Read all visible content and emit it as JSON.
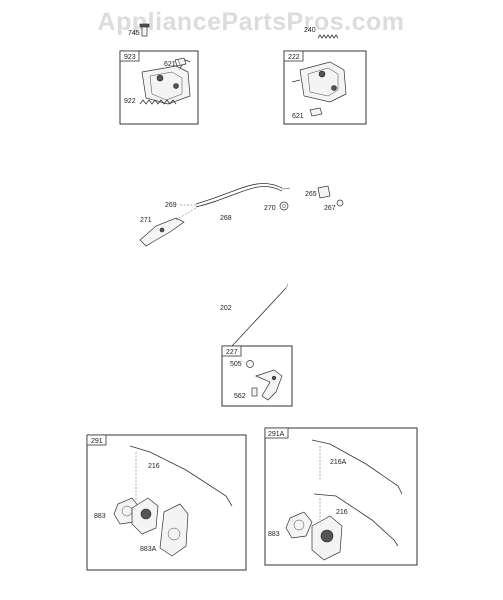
{
  "watermark": "AppliancePartsPros.com",
  "boxes": [
    {
      "id": "923",
      "parts": [
        "745",
        "621",
        "922"
      ]
    },
    {
      "id": "222",
      "parts": [
        "240",
        "621"
      ]
    },
    {
      "id": "227",
      "parts": [
        "505",
        "562"
      ]
    },
    {
      "id": "291",
      "parts": [
        "216",
        "883",
        "883A"
      ]
    },
    {
      "id": "291A",
      "parts": [
        "216A",
        "216",
        "883"
      ]
    }
  ],
  "loose_parts": [
    "269",
    "268",
    "271",
    "270",
    "265",
    "267",
    "202"
  ]
}
